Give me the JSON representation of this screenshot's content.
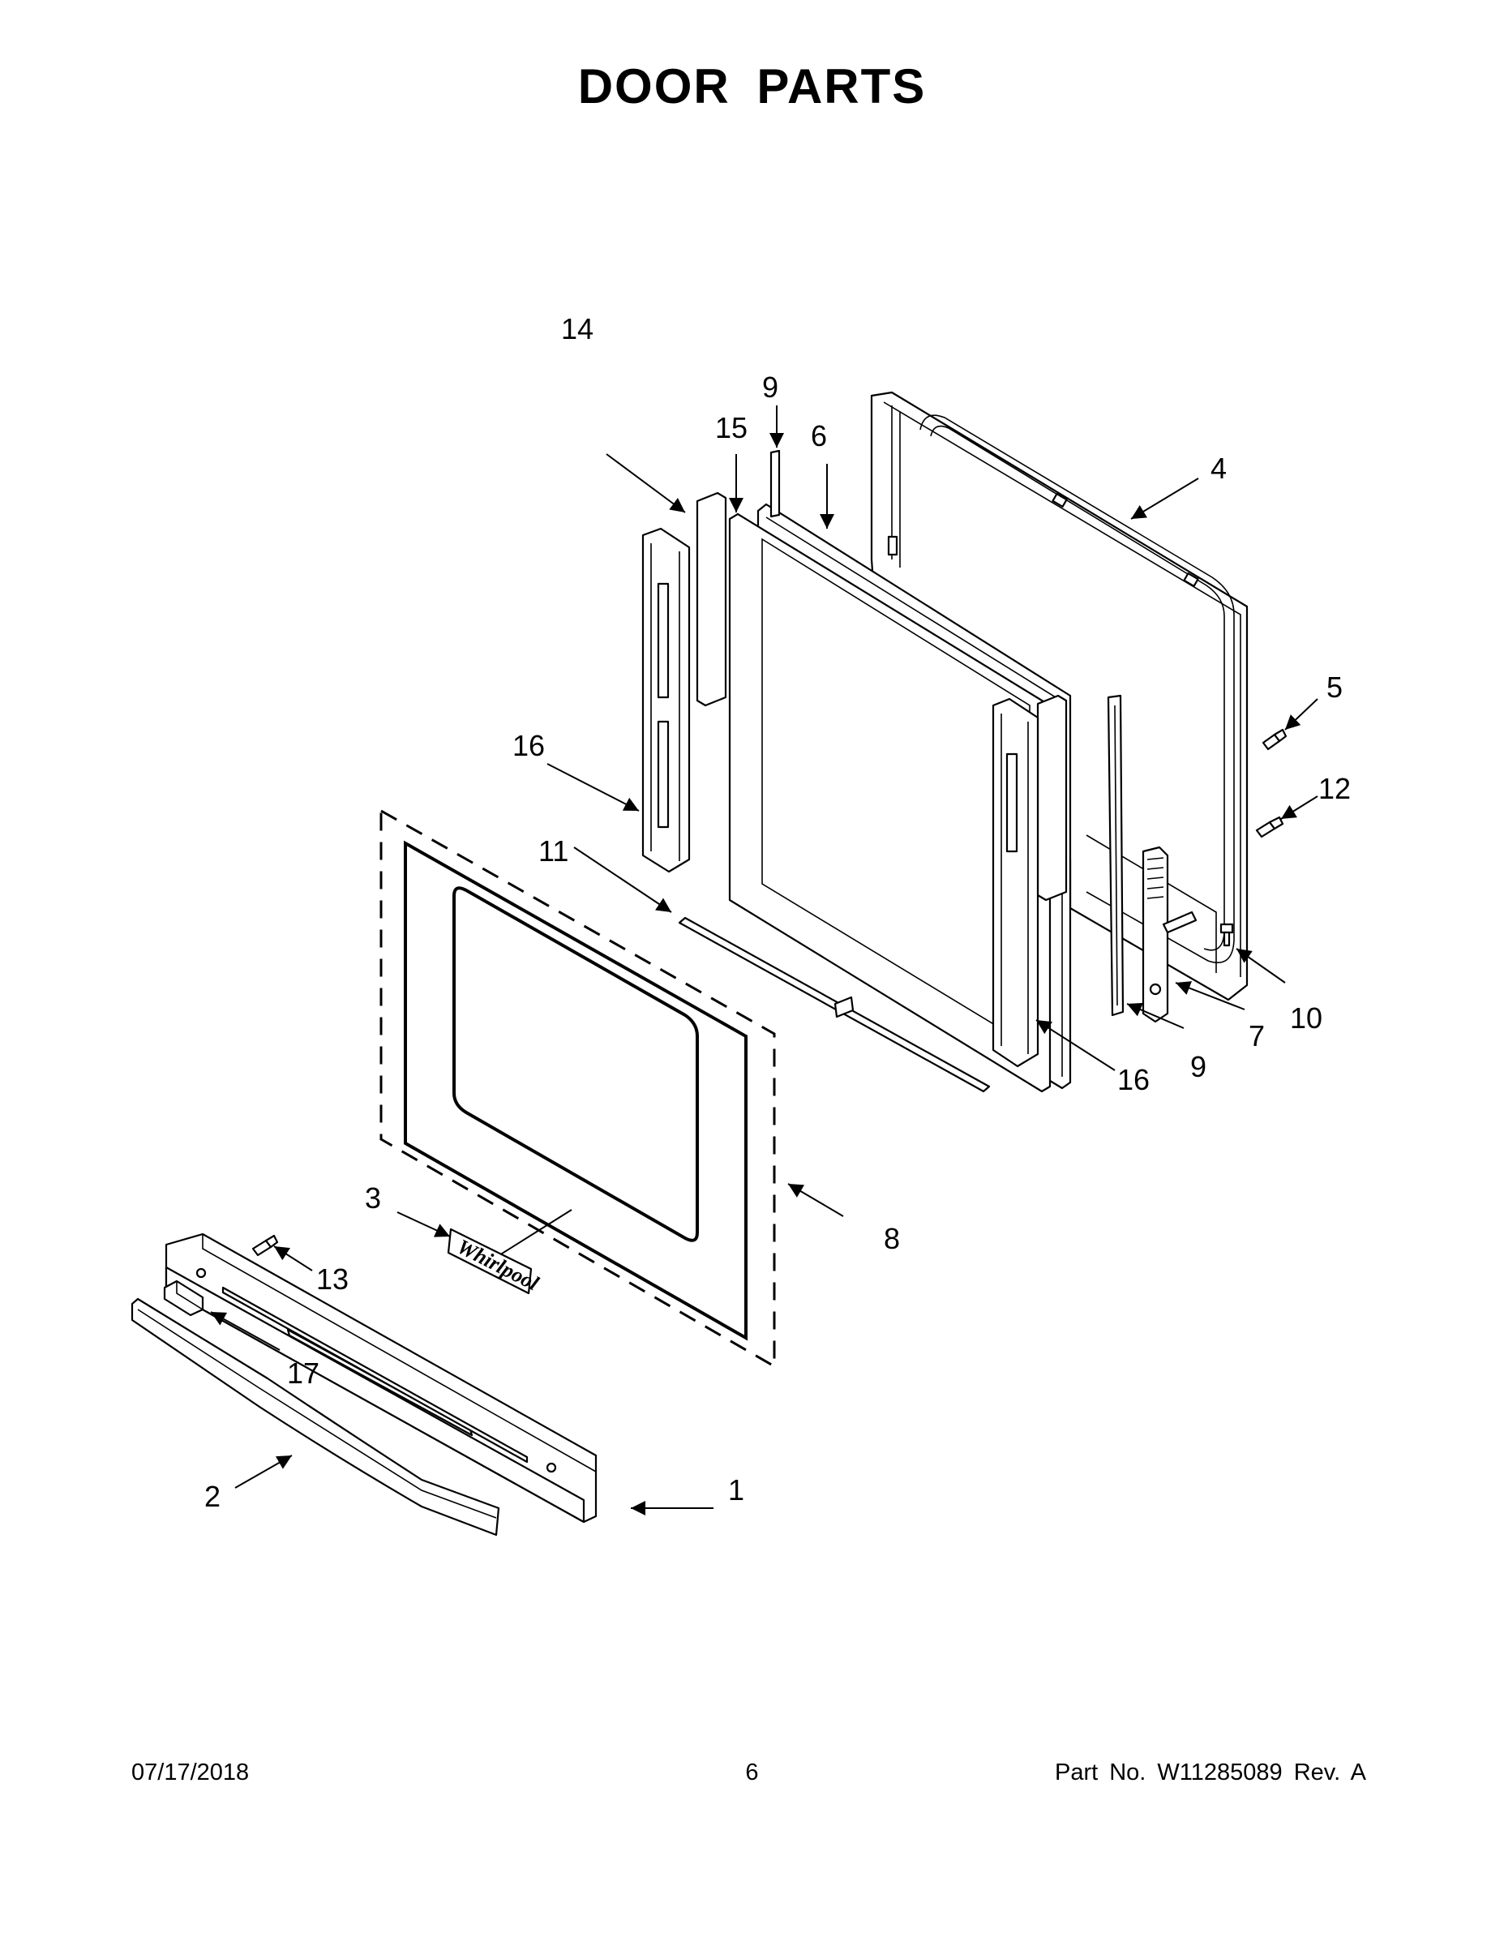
{
  "title": "DOOR PARTS",
  "footer": {
    "date": "07/17/2018",
    "page": "6",
    "part_number": "Part No.  W11285089  Rev.  A"
  },
  "callouts": {
    "c1": "1",
    "c2": "2",
    "c3": "3",
    "c4": "4",
    "c5": "5",
    "c6": "6",
    "c7": "7",
    "c8": "8",
    "c9a": "9",
    "c9b": "9",
    "c10": "10",
    "c11": "11",
    "c12": "12",
    "c13": "13",
    "c14": "14",
    "c15": "15",
    "c16a": "16",
    "c16b": "16",
    "c17": "17"
  },
  "logo_text": "Whirlpool"
}
